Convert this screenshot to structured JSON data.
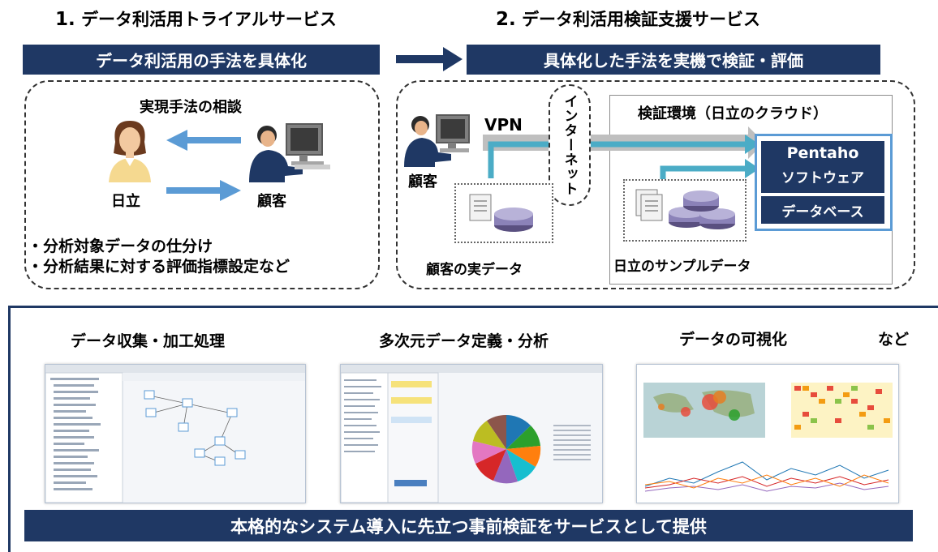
{
  "step1": {
    "num": "1.",
    "title": "データ利活用トライアルサービス",
    "banner": "データ利活用の手法を具体化",
    "box_title": "実現手法の相談",
    "left_label": "日立",
    "right_label": "顧客",
    "bullets": [
      "・分析対象データの仕分け",
      "・分析結果に対する評価指標設定など"
    ]
  },
  "step2": {
    "num": "2.",
    "title": "データ利活用検証支援サービス",
    "banner": "具体化した手法を実機で検証・評価",
    "vpn": "VPN",
    "internet": "インターネット",
    "env_title": "検証環境（日立のクラウド）",
    "customer": "顧客",
    "customer_data": "顧客の実データ",
    "hitachi_data": "日立のサンプルデータ",
    "pentaho": "Pentaho",
    "software": "ソフトウェア",
    "database": "データベース"
  },
  "features": {
    "items": [
      "データ収集・加工処理",
      "多次元データ定義・分析",
      "データの可視化"
    ],
    "etc": "など",
    "bottom_banner": "本格的なシステム導入に先立つ事前検証をサービスとして提供"
  },
  "colors": {
    "banner": "#1f3864",
    "arrow": "#5b9bd5",
    "teal_line": "#4bacc6",
    "gray_line": "#bfbfbf"
  }
}
